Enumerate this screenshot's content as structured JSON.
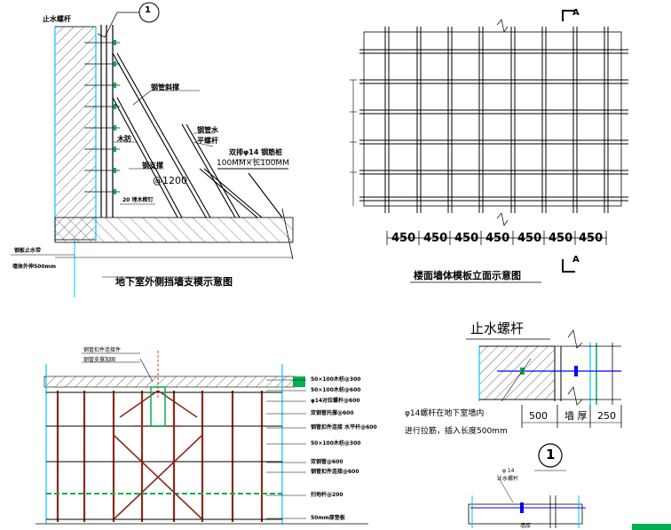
{
  "top_left": {
    "title": "地下室外侧挡墙支模示意图",
    "callout_number": "1",
    "labels": {
      "waterstop_bolt": "止水螺杆",
      "steel_tube_brace": "钢管斜撑",
      "steel_tube_vertical": "钢管水",
      "plain_bolt": "平螺杆",
      "waterproof": "木防",
      "steel_tie": "钢支撑",
      "spacing": "@1200",
      "rebar_note": "双排φ14 钢筋桩",
      "rebar_spacing": "100MM×长100MM",
      "embed_note": "20 埋木楔钉",
      "waterstop_steel": "钢板止水带",
      "embed_length": "墙体外伸500mm"
    }
  },
  "top_right": {
    "title": "楼面墙体模板立面示意图",
    "section_mark": "A",
    "dimensions": [
      "450",
      "450",
      "450",
      "450",
      "450",
      "450",
      "450"
    ]
  },
  "bottom_left": {
    "top_note_1": "钢管扣件连接件",
    "top_note_2": "钢管支撑加固",
    "right_labels": [
      "50×100木枋@300",
      "50×100木枋@600",
      "φ14对拉螺杆@600",
      "双钢管托撑@600",
      "钢管扣件连接 水平杆@600",
      "50×100木枋@300",
      "双钢管@600",
      "钢管扣件连接@600",
      "扫地杆@200",
      "50mm厚垫板"
    ]
  },
  "bottom_right": {
    "title": "止水螺杆",
    "dim_500": "500",
    "dim_wall": "墙 厚",
    "dim_250": "250",
    "note_line1": "φ14螺杆在地下室墙内",
    "note_line2": "进行拉筋，插入长度500mm",
    "detail_number": "1",
    "small_label_1": "φ 14",
    "small_label_2": "止水螺杆",
    "small_label_3": "墙厚"
  }
}
